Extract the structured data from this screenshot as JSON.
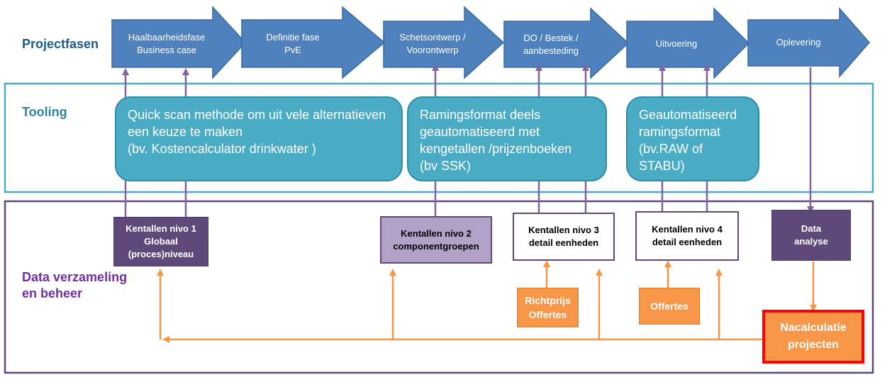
{
  "row_labels": {
    "projectfasen": "Projectfasen",
    "tooling": "Tooling",
    "data": "Data verzameling\nen beheer"
  },
  "phases": [
    {
      "label": "Haalbaarheidsfase\nBusiness case"
    },
    {
      "label": "Definitie fase\nPvE"
    },
    {
      "label": "Schetsontwerp /\nVoorontwerp"
    },
    {
      "label": "DO / Bestek /\naanbesteding"
    },
    {
      "label": "Uitvoering"
    },
    {
      "label": "Oplevering"
    }
  ],
  "tools": [
    {
      "text": "Quick scan methode om uit vele alternatieven\neen keuze te maken\n(bv. Kostencalculator  drinkwater )"
    },
    {
      "text": "Ramingsformat deels\ngeautomatiseerd met\nkengetallen /prijzenboeken\n(bv SSK)"
    },
    {
      "text": "Geautomatiseerd\nramingsformat\n(bv.RAW of STABU)"
    }
  ],
  "data_boxes": [
    {
      "label": "Kentallen nivo 1\nGlobaal\n(proces)niveau"
    },
    {
      "label": "Kentallen nivo 2\ncomponentgroepen"
    },
    {
      "label": "Kentallen nivo 3\ndetail  eenheden"
    },
    {
      "label": "Kentallen nivo 4\ndetail  eenheden"
    },
    {
      "label": "Data\nanalyse"
    }
  ],
  "sources": [
    {
      "label": "Richtprijs\nOffertes"
    },
    {
      "label": "Offertes"
    },
    {
      "label": "Nacalculatie\nprojecten"
    }
  ],
  "colors": {
    "phase_fill": "#4f81bd",
    "phase_stroke": "#3a6aa3",
    "tool_fill": "#4aabc5",
    "purple_dark": "#5f497a",
    "purple_light": "#b2a1c7",
    "orange": "#f79646",
    "red": "#ff0000",
    "arrow_purple": "#8064a2"
  }
}
